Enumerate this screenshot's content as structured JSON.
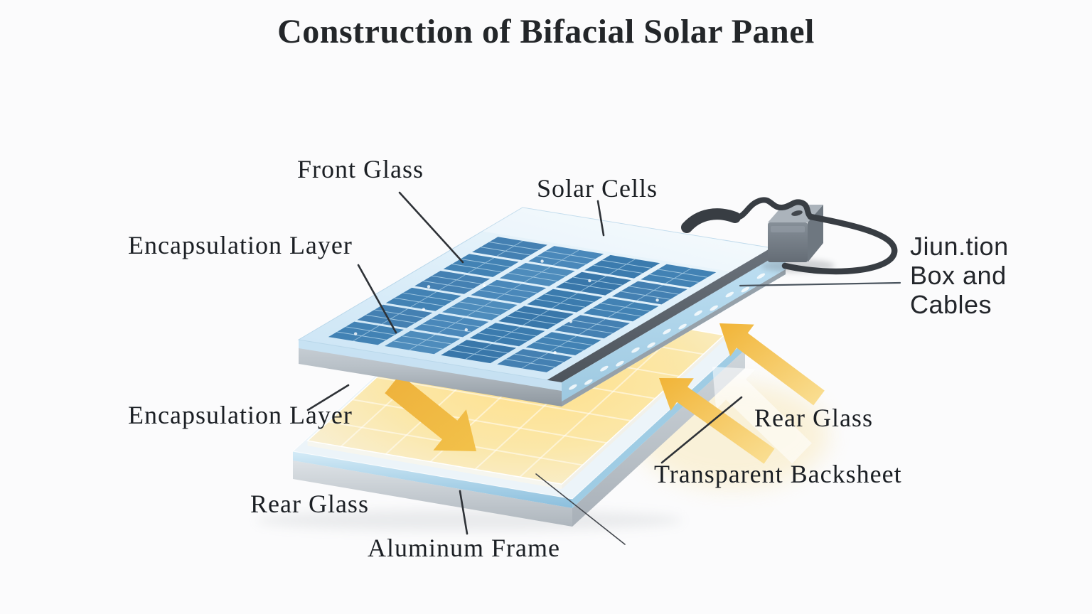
{
  "title": "Construction of Bifacial Solar Panel",
  "labels": {
    "front_glass": "Front Glass",
    "solar_cells": "Solar Cells",
    "encapsulation_layer_top": "Encapsulation Layer",
    "encapsulation_layer_bottom": "Encapsulation Layer",
    "junction_box_line1": "Jiun.tion",
    "junction_box_line2": "Box and",
    "junction_box_line3": "Cables",
    "rear_glass_left": "Rear Glass",
    "rear_glass_right": "Rear Glass",
    "transparent_backsheet": "Transparent Backsheet",
    "aluminum_frame": "Aluminum Frame"
  },
  "icons": {
    "sunlight_front_arrow": "arrow-down-right",
    "sunlight_rear_arrow_upper": "arrow-up-left",
    "sunlight_rear_arrow_lower": "arrow-up-left",
    "sunlight_rear_arrow_ghost": "arrow-up-left"
  },
  "colors": {
    "background": "#fbfbfc",
    "solar_cell_blue": "#4282b4",
    "glass_blue": "#d8eaf7",
    "frame_gray": "#b6bec6",
    "rail_dark": "#565e66",
    "arrow_gold": "#f2b93e",
    "arrow_gold_pale": "#fae096",
    "cable_dark": "#383d43",
    "junction_box_gray": "#7b848d",
    "label_text": "#1b1f24",
    "leader_line": "#2e3237"
  }
}
